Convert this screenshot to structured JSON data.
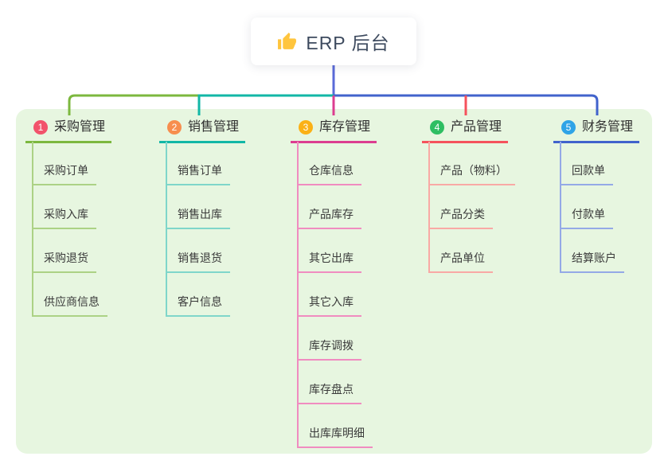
{
  "root": {
    "label": "ERP 后台",
    "icon": "thumbs-up-icon",
    "icon_color": "#FFC53D",
    "connector_color": "#5A6AD8"
  },
  "panel": {
    "background": "#E7F6E0"
  },
  "branches": [
    {
      "num": "1",
      "label": "采购管理",
      "badge_color": "#F2536B",
      "line_color": "#7CB83E",
      "light_color": "#ACD285",
      "children": [
        "采购订单",
        "采购入库",
        "采购退货",
        "供应商信息"
      ]
    },
    {
      "num": "2",
      "label": "销售管理",
      "badge_color": "#F78E4E",
      "line_color": "#12B7A6",
      "light_color": "#7FD6CA",
      "children": [
        "销售订单",
        "销售出库",
        "销售退货",
        "客户信息"
      ]
    },
    {
      "num": "3",
      "label": "库存管理",
      "badge_color": "#FBB116",
      "line_color": "#DC3D90",
      "light_color": "#F08CC0",
      "children": [
        "仓库信息",
        "产品库存",
        "其它出库",
        "其它入库",
        "库存调拨",
        "库存盘点",
        "出库库明细"
      ]
    },
    {
      "num": "4",
      "label": "产品管理",
      "badge_color": "#2EBE62",
      "line_color": "#F5525C",
      "light_color": "#F9A9A5",
      "children": [
        "产品（物料）",
        "产品分类",
        "产品单位"
      ]
    },
    {
      "num": "5",
      "label": "财务管理",
      "badge_color": "#2FA4E7",
      "line_color": "#4163CC",
      "light_color": "#94A9E6",
      "children": [
        "回款单",
        "付款单",
        "结算账户"
      ]
    }
  ]
}
